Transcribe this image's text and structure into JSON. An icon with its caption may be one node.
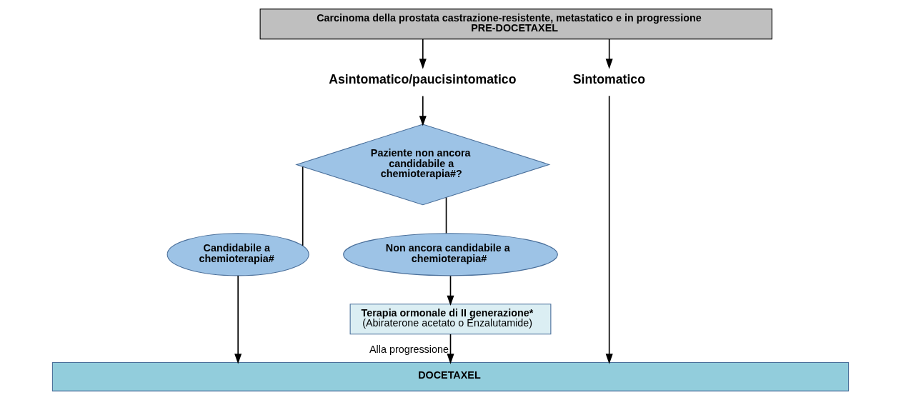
{
  "diagram": {
    "nodes": [
      {
        "text": [
          "Carcinoma della prostata castrazione-resistente, metastatico e in progressione",
          "PRE-DOCETAXEL"
        ]
      },
      {
        "text": [
          "Asintomatico/paucisintomatico"
        ]
      },
      {
        "text": [
          "Sintomatico"
        ]
      },
      {
        "text": [
          "Paziente non ancora candidabile a chemioterapia#?"
        ]
      },
      {
        "text": [
          "Candidabile a chemioterapia#"
        ]
      },
      {
        "text": [
          "Non ancora candidabile a chemioterapia#"
        ]
      },
      {
        "text": [
          "Terapia ormonale di II generazione*",
          "(Abiraterone acetato o Enzalutamide)"
        ]
      },
      {
        "text": [
          "DOCETAXEL"
        ]
      }
    ],
    "edges": [
      {
        "from": 0,
        "to": 1,
        "arrow": "to"
      },
      {
        "from": 0,
        "to": 2,
        "arrow": "to"
      },
      {
        "from": 1,
        "to": 3,
        "arrow": "to"
      },
      {
        "from": 3,
        "to": 4,
        "arrow": "none"
      },
      {
        "from": 3,
        "to": 5,
        "arrow": "none"
      },
      {
        "from": 4,
        "to": 7,
        "arrow": "to"
      },
      {
        "from": 5,
        "to": 6,
        "arrow": "to"
      },
      {
        "from": 6,
        "to": 7,
        "arrow": "to",
        "label": "Alla progressione"
      },
      {
        "from": 2,
        "to": 7,
        "arrow": "to"
      }
    ]
  }
}
